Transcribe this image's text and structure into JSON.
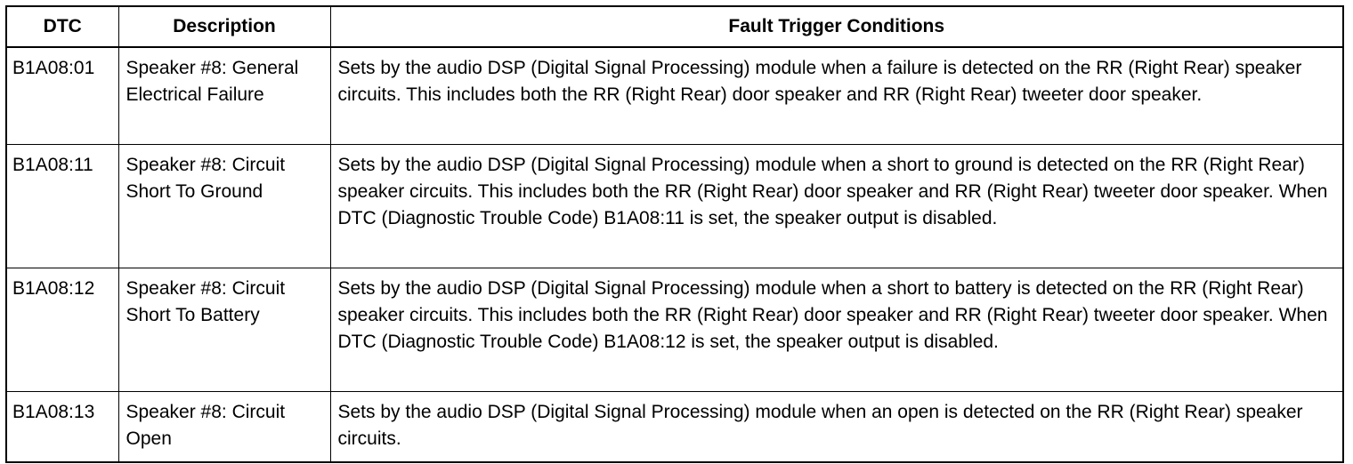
{
  "table": {
    "headers": [
      "DTC",
      "Description",
      "Fault Trigger Conditions"
    ],
    "rows": [
      {
        "dtc": "B1A08:01",
        "description": "Speaker #8: General Electrical Failure",
        "conditions": "Sets by the audio DSP (Digital Signal Processing) module when a failure is detected on the RR (Right Rear) speaker circuits. This includes both the RR (Right Rear) door speaker and RR (Right Rear) tweeter door speaker."
      },
      {
        "dtc": "B1A08:11",
        "description": "Speaker #8: Circuit Short To Ground",
        "conditions": "Sets by the audio DSP (Digital Signal Processing) module when a short to ground is detected on the RR (Right Rear) speaker circuits. This includes both the RR (Right Rear) door speaker and RR (Right Rear) tweeter door speaker. When DTC (Diagnostic Trouble Code) B1A08:11 is set, the speaker output is disabled."
      },
      {
        "dtc": "B1A08:12",
        "description": "Speaker #8: Circuit Short To Battery",
        "conditions": "Sets by the audio DSP (Digital Signal Processing) module when a short to battery is detected on the RR (Right Rear) speaker circuits. This includes both the RR (Right Rear) door speaker and RR (Right Rear) tweeter door speaker. When DTC (Diagnostic Trouble Code) B1A08:12 is set, the speaker output is disabled."
      },
      {
        "dtc": "B1A08:13",
        "description": "Speaker #8: Circuit Open",
        "conditions": "Sets by the audio DSP (Digital Signal Processing) module when an open is detected on the RR (Right Rear) speaker circuits."
      }
    ]
  }
}
